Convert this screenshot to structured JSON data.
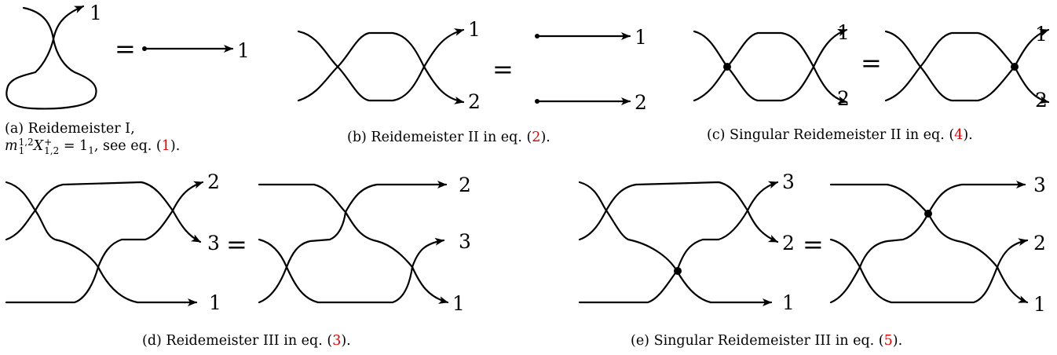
{
  "labels": {
    "a": "1",
    "a_rhs": "1",
    "b1": "1",
    "b2": "2",
    "b_rhs1": "1",
    "b_rhs2": "2",
    "c1": "1",
    "c2": "2",
    "c_rhs1": "1",
    "c_rhs2": "2",
    "d_l2": "2",
    "d_l3": "3",
    "d_l1": "1",
    "d_r2": "2",
    "d_r3": "3",
    "d_r1": "1",
    "e_l3": "3",
    "e_l2": "2",
    "e_l1": "1",
    "e_r3": "3",
    "e_r2": "2",
    "e_r1": "1"
  },
  "equals": "=",
  "captions": {
    "a": {
      "prefix": "(a) Reidemeister I,",
      "m": "m",
      "m_sub": "1",
      "m_sup": "1,2",
      "x": "X",
      "x_sub": "1,2",
      "x_sup": "+",
      "mid": " = 1",
      "one_sub": "1",
      "see": ", see eq. (",
      "ref": "1",
      "close": ")."
    },
    "b": {
      "text": "(b) Reidemeister II in eq. (",
      "ref": "2",
      "close": ")."
    },
    "c": {
      "text": "(c) Singular Reidemeister II in eq. (",
      "ref": "4",
      "close": ")."
    },
    "d": {
      "text": "(d) Reidemeister III in eq. (",
      "ref": "3",
      "close": ")."
    },
    "e": {
      "text": "(e) Singular Reidemeister III in eq. (",
      "ref": "5",
      "close": ")."
    }
  },
  "colors": {
    "ink": "#000000",
    "reference": "#e00000"
  }
}
